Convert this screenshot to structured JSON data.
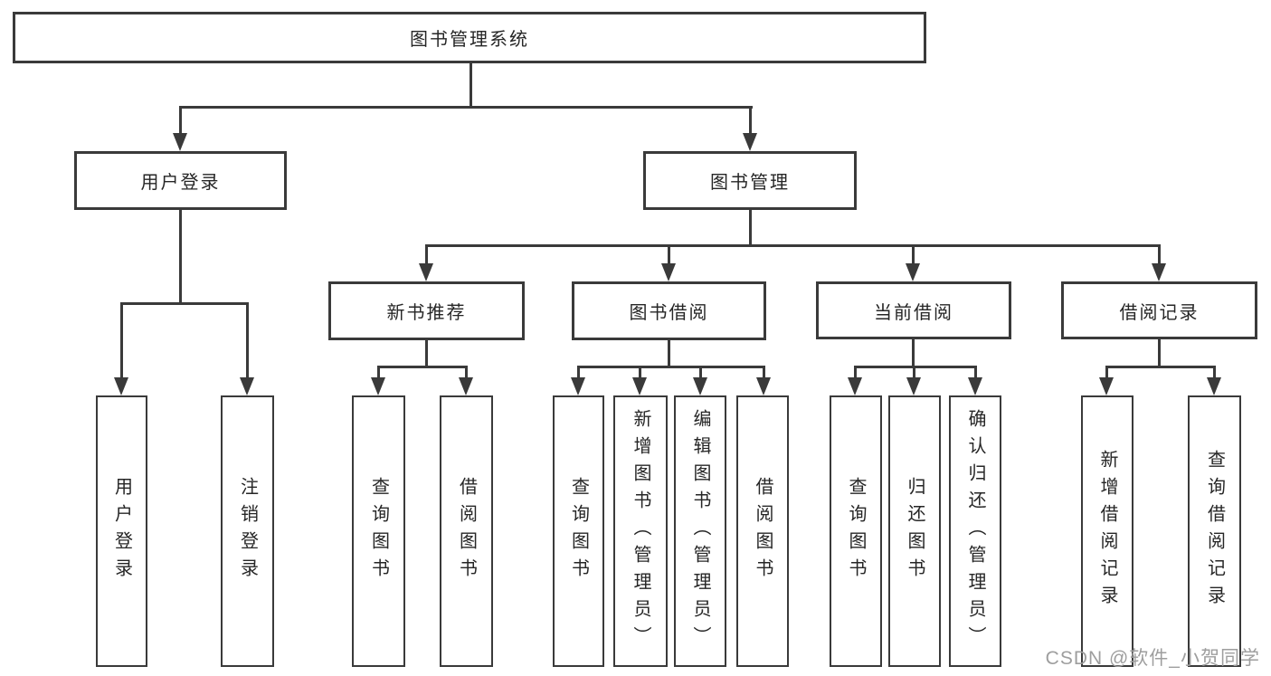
{
  "nodes": {
    "root": "图书管理系统",
    "user_login": "用户登录",
    "book_mgmt": "图书管理",
    "new_books": "新书推荐",
    "book_borrow": "图书借阅",
    "current_borrow": "当前借阅",
    "borrow_records": "借阅记录"
  },
  "leaves": {
    "user_login": [
      "用户登录",
      "注销登录"
    ],
    "new_books": [
      "查询图书",
      "借阅图书"
    ],
    "book_borrow": [
      "查询图书",
      "新增图书（管理员）",
      "编辑图书（管理员）",
      "借阅图书"
    ],
    "current_borrow": [
      "查询图书",
      "归还图书",
      "确认归还（管理员）"
    ],
    "borrow_records": [
      "新增借阅记录",
      "查询借阅记录"
    ]
  },
  "watermark": "CSDN @软件_小贺同学",
  "colors": {
    "line": "#3a3a3a",
    "text": "#262626",
    "watermark": "#9e9e9e",
    "background": "#ffffff"
  }
}
